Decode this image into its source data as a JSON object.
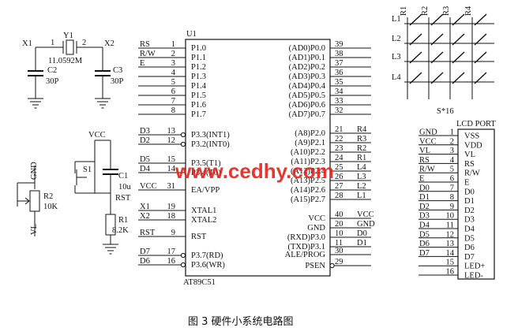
{
  "crystal": {
    "x1": "X1",
    "x2": "X2",
    "pin1": "1",
    "pin2": "2",
    "ref": "Y1",
    "value": "11.0592M"
  },
  "capacitors": {
    "c2_ref": "C2",
    "c2_val": "30P",
    "c3_ref": "C3",
    "c3_val": "30P",
    "c1_ref": "C1",
    "c1_val": "10u"
  },
  "reset": {
    "vcc": "VCC",
    "s1": "S1",
    "rst": "RST",
    "r1": "R1",
    "r1_val": "8.2K"
  },
  "pot": {
    "gnd": "GND",
    "vl": "VL",
    "ref": "R2",
    "val": "10K"
  },
  "mcu": {
    "ref": "U1",
    "part": "AT89C51",
    "left_pins": [
      {
        "net": "RS",
        "num": "1",
        "name": "P1.0"
      },
      {
        "net": "R/W",
        "num": "2",
        "name": "P1.1"
      },
      {
        "net": "E",
        "num": "3",
        "name": "P1.2"
      },
      {
        "net": "",
        "num": "4",
        "name": "P1.3"
      },
      {
        "net": "",
        "num": "5",
        "name": "P1.4"
      },
      {
        "net": "",
        "num": "6",
        "name": "P1.5"
      },
      {
        "net": "",
        "num": "7",
        "name": "P1.6"
      },
      {
        "net": "",
        "num": "8",
        "name": "P1.7"
      },
      {
        "net": "D3",
        "num": "13",
        "name": "P3.3(INT1)"
      },
      {
        "net": "D2",
        "num": "12",
        "name": "P3.2(INT0)"
      },
      {
        "net": "D5",
        "num": "15",
        "name": "P3.5(T1)"
      },
      {
        "net": "D4",
        "num": "14",
        "name": "P3.4(T0)"
      },
      {
        "net": "VCC",
        "num": "31",
        "name": "EA/VPP"
      },
      {
        "net": "X1",
        "num": "19",
        "name": "XTAL1"
      },
      {
        "net": "X2",
        "num": "18",
        "name": "XTAL2"
      },
      {
        "net": "RST",
        "num": "9",
        "name": "RST"
      },
      {
        "net": "D7",
        "num": "17",
        "name": "P3.7(RD)"
      },
      {
        "net": "D6",
        "num": "16",
        "name": "P3.6(WR)"
      }
    ],
    "right_pins": [
      {
        "name": "(AD0)P0.0",
        "num": "39",
        "net": ""
      },
      {
        "name": "(AD1)P0.1",
        "num": "38",
        "net": ""
      },
      {
        "name": "(AD2)P0.2",
        "num": "37",
        "net": ""
      },
      {
        "name": "(AD3)P0.3",
        "num": "36",
        "net": ""
      },
      {
        "name": "(AD4)P0.4",
        "num": "35",
        "net": ""
      },
      {
        "name": "(AD5)P0.5",
        "num": "34",
        "net": ""
      },
      {
        "name": "(AD6)P0.6",
        "num": "33",
        "net": ""
      },
      {
        "name": "(AD7)P0.7",
        "num": "32",
        "net": ""
      },
      {
        "name": "(A8)P2.0",
        "num": "21",
        "net": "R4"
      },
      {
        "name": "(A9)P2.1",
        "num": "22",
        "net": "R3"
      },
      {
        "name": "(A10)P2.2",
        "num": "23",
        "net": "R2"
      },
      {
        "name": "(A11)P2.3",
        "num": "24",
        "net": "R1"
      },
      {
        "name": "(A12)P2.4",
        "num": "25",
        "net": "L4"
      },
      {
        "name": "(A13)P2.5",
        "num": "26",
        "net": "L3"
      },
      {
        "name": "(A14)P2.6",
        "num": "27",
        "net": "L2"
      },
      {
        "name": "(A15)P2.7",
        "num": "28",
        "net": "L1"
      },
      {
        "name": "VCC",
        "num": "40",
        "net": "VCC"
      },
      {
        "name": "GND",
        "num": "20",
        "net": "GND"
      },
      {
        "name": "(RXD)P3.0",
        "num": "10",
        "net": "D0"
      },
      {
        "name": "(TXD)P3.1",
        "num": "11",
        "net": "D1"
      },
      {
        "name": "ALE/PROG",
        "num": "30",
        "net": ""
      },
      {
        "name": "PSEN",
        "num": "29",
        "net": ""
      }
    ]
  },
  "keypad": {
    "cols": [
      "R1",
      "R2",
      "R3",
      "R4"
    ],
    "rows": [
      "L1",
      "L2",
      "L3",
      "L4"
    ],
    "label": "S*16"
  },
  "lcd": {
    "title": "LCD PORT",
    "pins": [
      {
        "net": "GND",
        "num": "1",
        "name": "VSS"
      },
      {
        "net": "VCC",
        "num": "2",
        "name": "VDD"
      },
      {
        "net": "VL",
        "num": "3",
        "name": "VL"
      },
      {
        "net": "RS",
        "num": "4",
        "name": "RS"
      },
      {
        "net": "R/W",
        "num": "5",
        "name": "R/W"
      },
      {
        "net": "E",
        "num": "6",
        "name": "E"
      },
      {
        "net": "D0",
        "num": "7",
        "name": "D0"
      },
      {
        "net": "D1",
        "num": "8",
        "name": "D1"
      },
      {
        "net": "D2",
        "num": "9",
        "name": "D2"
      },
      {
        "net": "D3",
        "num": "10",
        "name": "D3"
      },
      {
        "net": "D4",
        "num": "11",
        "name": "D4"
      },
      {
        "net": "D5",
        "num": "12",
        "name": "D5"
      },
      {
        "net": "D6",
        "num": "13",
        "name": "D6"
      },
      {
        "net": "D7",
        "num": "14",
        "name": "D7"
      },
      {
        "net": "",
        "num": "15",
        "name": "LED+"
      },
      {
        "net": "",
        "num": "16",
        "name": "LED-"
      }
    ]
  },
  "watermark": "www.cedhy.com",
  "caption": "图 3  硬件小系统电路图"
}
